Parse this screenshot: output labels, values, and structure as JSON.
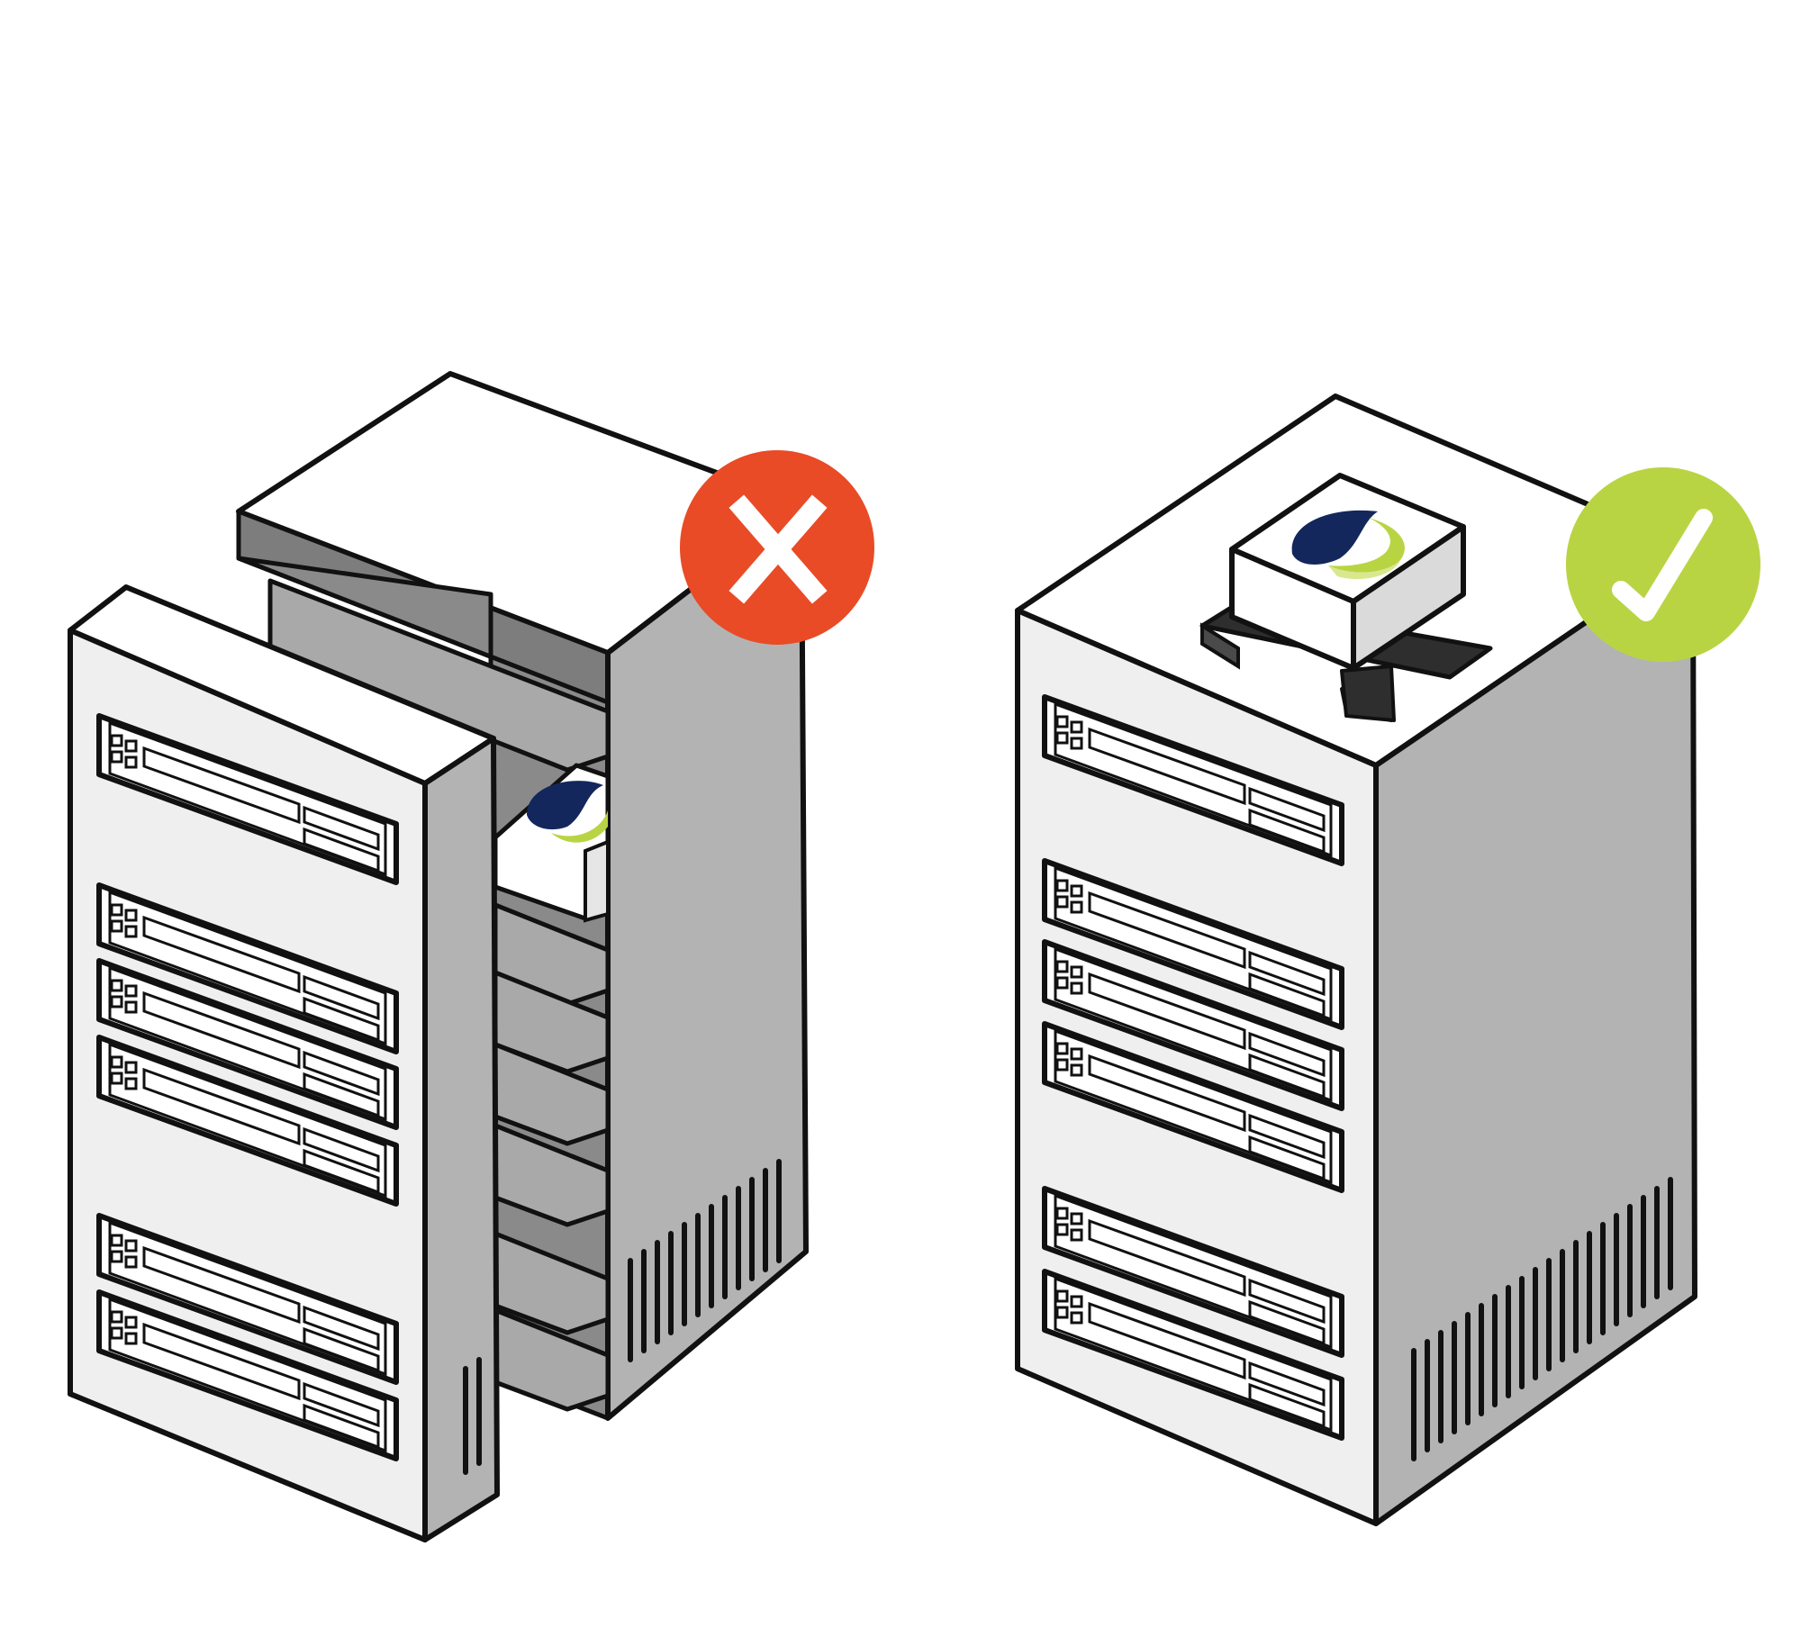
{
  "figure": {
    "panels": [
      {
        "id": "incorrect",
        "status": "incorrect",
        "status_icon": "x-icon",
        "status_color": "#E94B26",
        "cabinet": "open-server-rack",
        "device_location": "inside-rack-behind-front-door",
        "front_unit_groups": [
          1,
          3,
          2
        ],
        "side_vent_slots": 12
      },
      {
        "id": "correct",
        "status": "correct",
        "status_icon": "check-icon",
        "status_color": "#B9D443",
        "cabinet": "closed-server-rack",
        "device_location": "on-top-of-rack",
        "front_unit_groups": [
          1,
          3,
          2
        ],
        "side_vent_slots": 20
      }
    ],
    "colors": {
      "outline": "#111111",
      "cabinet_front": "#EFEFEF",
      "cabinet_side": "#B3B3B3",
      "cabinet_interior": "#7D7D7D",
      "shelf": "#A9A9A9",
      "bracket": "#2E2E2E",
      "logo_navy": "#13275C",
      "logo_green": "#B9D443",
      "logo_green_light": "#D9E88E"
    }
  }
}
